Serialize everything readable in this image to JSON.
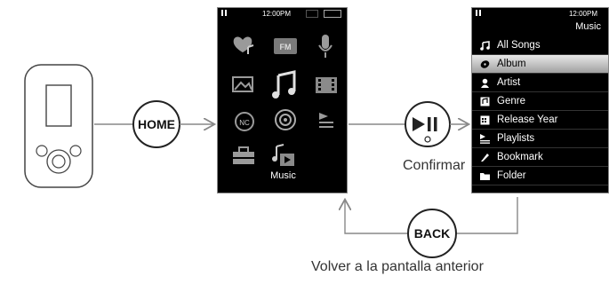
{
  "home_screen": {
    "status_time": "12:00PM",
    "label": "Music",
    "icons": [
      "heart-music-icon",
      "fm-radio-icon",
      "microphone-icon",
      "photo-icon",
      "music-note-icon",
      "video-icon",
      "noise-cancel-icon",
      "podcast-icon",
      "playlist-icon",
      "toolbox-icon",
      "music-player-icon"
    ]
  },
  "menu_screen": {
    "status_time": "12:00PM",
    "title": "Music",
    "items": [
      {
        "label": "All Songs",
        "icon": "music-note-icon"
      },
      {
        "label": "Album",
        "icon": "disc-icon"
      },
      {
        "label": "Artist",
        "icon": "person-icon"
      },
      {
        "label": "Genre",
        "icon": "genre-icon"
      },
      {
        "label": "Release Year",
        "icon": "calendar-icon"
      },
      {
        "label": "Playlists",
        "icon": "playlist-icon"
      },
      {
        "label": "Bookmark",
        "icon": "bookmark-icon"
      },
      {
        "label": "Folder",
        "icon": "folder-icon"
      }
    ],
    "selected_index": 1
  },
  "buttons": {
    "home": "HOME",
    "back": "BACK"
  },
  "captions": {
    "confirm": "Confirmar",
    "back": "Volver a la pantalla anterior"
  }
}
